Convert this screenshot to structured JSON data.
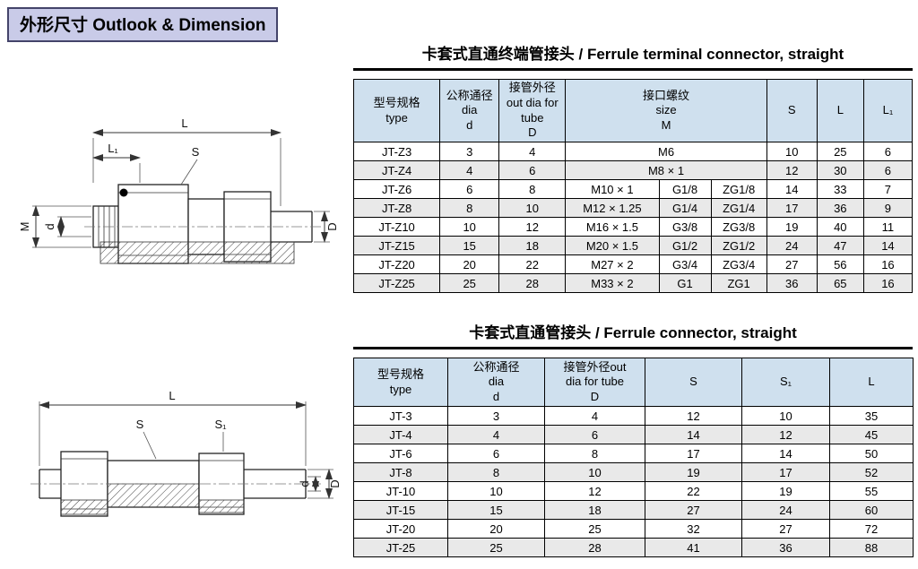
{
  "page_title": "外形尺寸 Outlook & Dimension",
  "colors": {
    "title_box_bg": "#c9cbe8",
    "table_header_bg": "#cfe0ee",
    "row_alt_bg": "#e9e9e9"
  },
  "drawing1": {
    "labels": {
      "L": "L",
      "L1": "L₁",
      "S": "S",
      "M": "M",
      "d": "d",
      "D": "D"
    }
  },
  "drawing2": {
    "labels": {
      "L": "L",
      "S": "S",
      "S1": "S₁",
      "d": "d",
      "D": "D"
    }
  },
  "table1": {
    "title": "卡套式直通终端管接头 / Ferrule terminal connector, straight",
    "headers": {
      "type": "型号规格\ntype",
      "dia": "公称通径\ndia\nd",
      "out_dia": "接管外径\nout dia for\ntube\nD",
      "thread": "接口螺纹\nsize\nM",
      "s": "S",
      "l": "L",
      "l1": "L₁"
    },
    "rows": [
      {
        "type": "JT-Z3",
        "d": "3",
        "D": "4",
        "m": "M6",
        "m_span": true,
        "s": "10",
        "l": "25",
        "l1": "6"
      },
      {
        "type": "JT-Z4",
        "d": "4",
        "D": "6",
        "m": "M8 × 1",
        "m_span": true,
        "s": "12",
        "l": "30",
        "l1": "6"
      },
      {
        "type": "JT-Z6",
        "d": "6",
        "D": "8",
        "m": "M10 × 1",
        "g": "G1/8",
        "zg": "ZG1/8",
        "s": "14",
        "l": "33",
        "l1": "7"
      },
      {
        "type": "JT-Z8",
        "d": "8",
        "D": "10",
        "m": "M12 × 1.25",
        "g": "G1/4",
        "zg": "ZG1/4",
        "s": "17",
        "l": "36",
        "l1": "9"
      },
      {
        "type": "JT-Z10",
        "d": "10",
        "D": "12",
        "m": "M16 × 1.5",
        "g": "G3/8",
        "zg": "ZG3/8",
        "s": "19",
        "l": "40",
        "l1": "11"
      },
      {
        "type": "JT-Z15",
        "d": "15",
        "D": "18",
        "m": "M20 × 1.5",
        "g": "G1/2",
        "zg": "ZG1/2",
        "s": "24",
        "l": "47",
        "l1": "14"
      },
      {
        "type": "JT-Z20",
        "d": "20",
        "D": "22",
        "m": "M27 × 2",
        "g": "G3/4",
        "zg": "ZG3/4",
        "s": "27",
        "l": "56",
        "l1": "16"
      },
      {
        "type": "JT-Z25",
        "d": "25",
        "D": "28",
        "m": "M33 × 2",
        "g": "G1",
        "zg": "ZG1",
        "s": "36",
        "l": "65",
        "l1": "16"
      }
    ]
  },
  "table2": {
    "title": "卡套式直通管接头 / Ferrule connector, straight",
    "headers": {
      "type": "型号规格\ntype",
      "dia": "公称通径\ndia\nd",
      "out_dia": "接管外径out\ndia for tube\nD",
      "s": "S",
      "s1": "S₁",
      "l": "L"
    },
    "rows": [
      {
        "type": "JT-3",
        "d": "3",
        "D": "4",
        "s": "12",
        "s1": "10",
        "l": "35"
      },
      {
        "type": "JT-4",
        "d": "4",
        "D": "6",
        "s": "14",
        "s1": "12",
        "l": "45"
      },
      {
        "type": "JT-6",
        "d": "6",
        "D": "8",
        "s": "17",
        "s1": "14",
        "l": "50"
      },
      {
        "type": "JT-8",
        "d": "8",
        "D": "10",
        "s": "19",
        "s1": "17",
        "l": "52"
      },
      {
        "type": "JT-10",
        "d": "10",
        "D": "12",
        "s": "22",
        "s1": "19",
        "l": "55"
      },
      {
        "type": "JT-15",
        "d": "15",
        "D": "18",
        "s": "27",
        "s1": "24",
        "l": "60"
      },
      {
        "type": "JT-20",
        "d": "20",
        "D": "25",
        "s": "32",
        "s1": "27",
        "l": "72"
      },
      {
        "type": "JT-25",
        "d": "25",
        "D": "28",
        "s": "41",
        "s1": "36",
        "l": "88"
      }
    ]
  }
}
